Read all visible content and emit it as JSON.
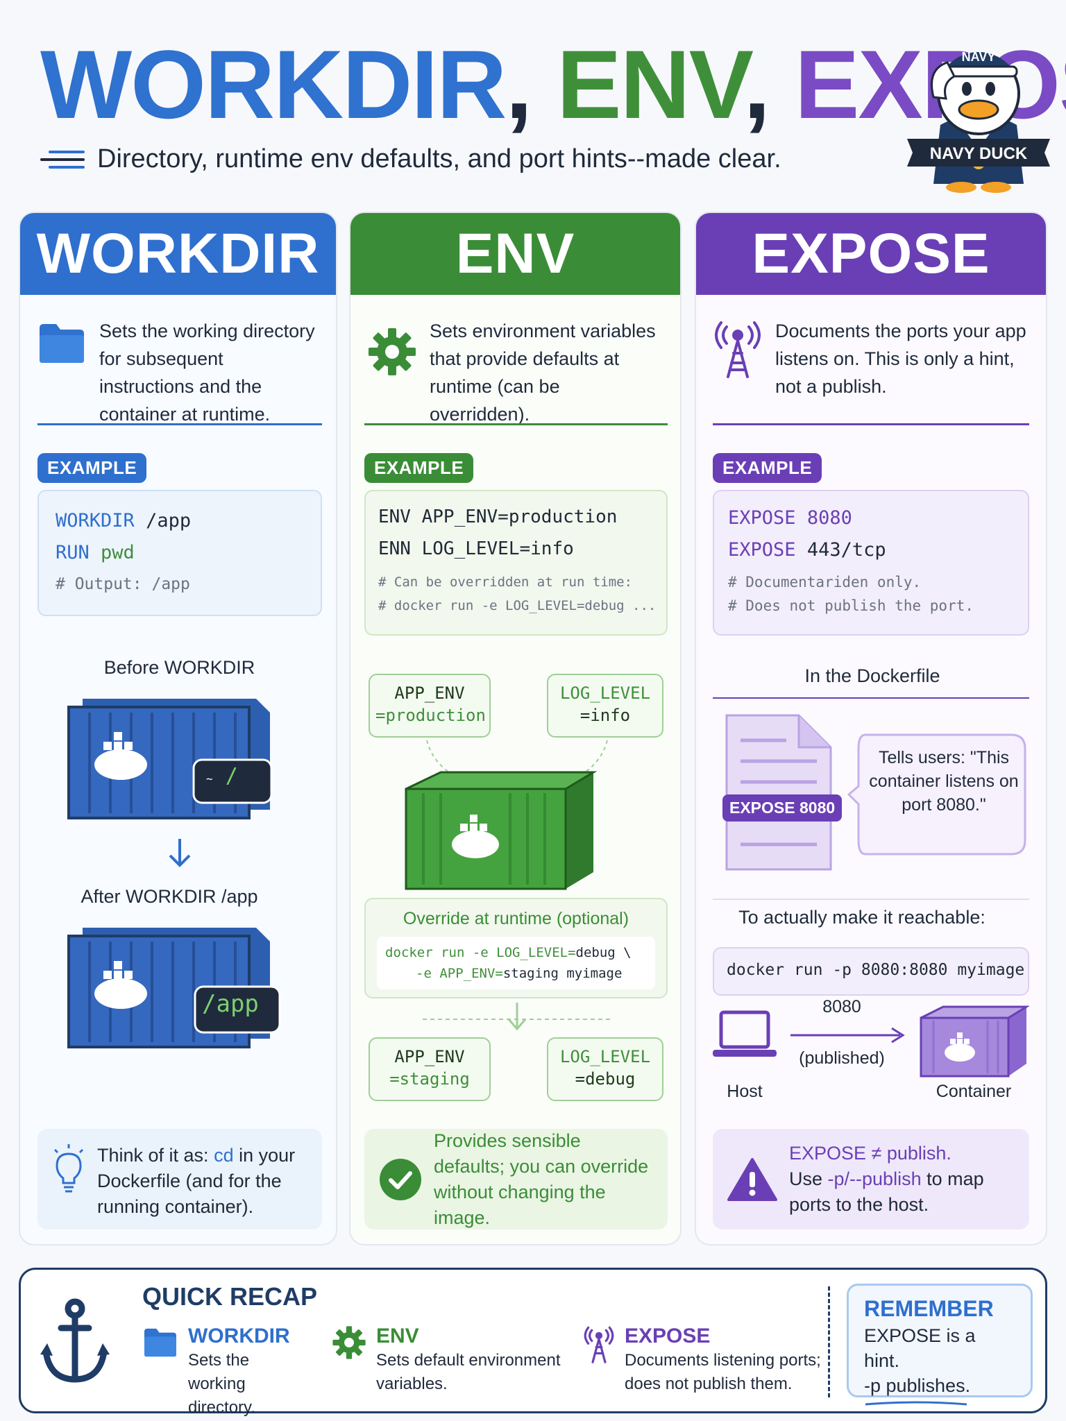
{
  "header": {
    "title_part1": "WORKDIR",
    "title_sep1": ",",
    "title_part2": "ENV",
    "title_sep2": ",",
    "title_part3": "EXPOSE",
    "subtitle": "Directory, runtime env defaults, and port hints--made clear.",
    "mascot_badge": "NAVY DUCK",
    "mascot_hat": "NAVY"
  },
  "colors": {
    "workdir": "#2f6fce",
    "env": "#3a8d36",
    "expose": "#6a3fb5",
    "navy": "#1f3c66"
  },
  "workdir": {
    "heading": "WORKDIR",
    "icon": "folder-icon",
    "description": "Sets the working directory for subsequent instructions and the container at runtime.",
    "badge": "EXAMPLE",
    "code": {
      "line1_kw": "WORKDIR",
      "line1_val": "/app",
      "line2_kw": "RUN",
      "line2_val": "pwd",
      "comment": "# Output: /app"
    },
    "before_label": "Before WORKDIR",
    "before_path": "/",
    "before_prompt": "~",
    "after_label": "After WORKDIR /app",
    "after_path": "/app",
    "tip_prefix": "Think of it as: ",
    "tip_cmd": "cd",
    "tip_suffix": " in your Dockerfile (and for the running container).",
    "tip_icon": "lightbulb-icon"
  },
  "env": {
    "heading": "ENV",
    "icon": "gear-icon",
    "description": "Sets environment variables that provide defaults at runtime (can be overridden).",
    "badge": "EXAMPLE",
    "code": {
      "line1": "ENV APP_ENV=production",
      "line2": "ENN LOG_LEVEL=info",
      "comment1": "# Can be overridden at run time:",
      "comment2": "# docker run -e LOG_LEVEL=debug ..."
    },
    "chip1_key": "APP_ENV",
    "chip1_val": "=production",
    "chip2_key": "LOG_LEVEL",
    "chip2_val": "=info",
    "override_title": "Override at runtime (optional)",
    "override_line1_a": "docker run -e LOG_LEVEL=",
    "override_line1_b": "debug \\",
    "override_line2_a": "-e APP_ENV=",
    "override_line2_b": "staging myimage",
    "chip3_key": "APP_ENV",
    "chip3_val": "=staging",
    "chip4_key": "LOG_LEVEL",
    "chip4_val": "=debug",
    "tip": "Provides sensible defaults; you can override without changing the image.",
    "tip_icon": "check-circle-icon"
  },
  "expose": {
    "heading": "EXPOSE",
    "icon": "antenna-icon",
    "description": "Documents the ports your app listens on. This is only a hint, not a publish.",
    "badge": "EXAMPLE",
    "code": {
      "line1_kw": "EXPOSE",
      "line1_val": "8080",
      "line2_kw": "EXPOSE",
      "line2_val": "443/tcp",
      "comment1": "# Documentariden only.",
      "comment2": "# Does not publish the port."
    },
    "dockerfile_label": "In the Dockerfile",
    "doc_tag": "EXPOSE 8080",
    "bubble": "Tells users: \"This container listens on port 8080.\"",
    "reachable_label": "To actually make it reachable:",
    "run_cmd": "docker run -p 8080:8080 myimage",
    "port": "8080",
    "published": "(published)",
    "host_label": "Host",
    "container_label": "Container",
    "tip_line1": "EXPOSE ≠ publish.",
    "tip_use": "Use ",
    "tip_flags": "-p/--publish",
    "tip_rest": " to map ports to the host.",
    "tip_icon": "warning-icon"
  },
  "recap": {
    "title": "QUICK RECAP",
    "anchor_icon": "anchor-icon",
    "items": [
      {
        "name": "WORKDIR",
        "text": "Sets the working directory."
      },
      {
        "name": "ENV",
        "text": "Sets default environment variables."
      },
      {
        "name": "EXPOSE",
        "text": "Documents listening ports; does not publish them."
      }
    ],
    "remember_title": "REMEMBER",
    "remember_line1": "EXPOSE is a hint.",
    "remember_line2": "-p publishes."
  }
}
